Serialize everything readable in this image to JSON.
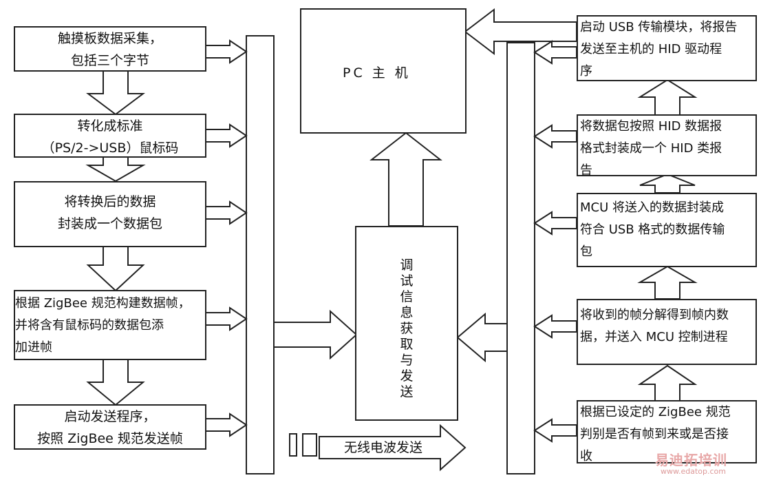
{
  "left_steps": [
    {
      "text": "触摸板数据采集，\n包括三个字节"
    },
    {
      "text": "转化成标准\n（PS/2->USB）鼠标码"
    },
    {
      "text": "将转换后的数据\n封装成一个数据包"
    },
    {
      "text": "根据 ZigBee 规范构建数据帧，\n并将含有鼠标码的数据包添\n加进帧"
    },
    {
      "text": "启动发送程序，\n按照 ZigBee 规范发送帧"
    }
  ],
  "pc_host": {
    "label": "PC 主 机"
  },
  "debug_box": {
    "label": "调\n试\n信\n息\n获\n取\n与\n发\n送"
  },
  "wireless": {
    "label": "无线电波发送"
  },
  "right_steps": [
    {
      "text": "启动 USB 传输模块，将报告\n发送至主机的 HID 驱动程\n序"
    },
    {
      "text": "将数据包按照 HID 数据报\n格式封装成一个 HID 类报\n告"
    },
    {
      "text": "MCU 将送入的数据封装成\n符合 USB 格式的数据传输\n包"
    },
    {
      "text": "将收到的帧分解得到帧内数\n据，并送入 MCU 控制进程"
    },
    {
      "text": "根据已设定的 ZigBee 规范\n判别是否有帧到来或是否接\n收"
    }
  ],
  "watermark": {
    "brand": "易迪拓培训",
    "url": "www.edatop.com"
  }
}
